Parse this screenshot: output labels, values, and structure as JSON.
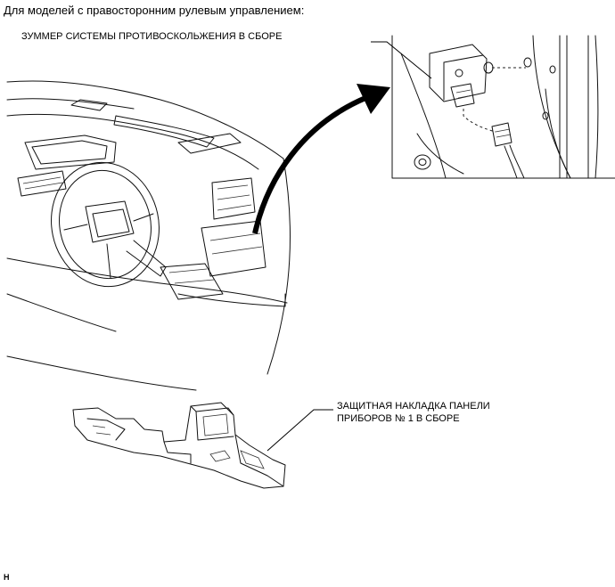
{
  "header": {
    "caption": "Для моделей с правосторонним рулевым управлением:"
  },
  "labels": {
    "buzzer": "ЗУММЕР СИСТЕМЫ ПРОТИВОСКОЛЬЖЕНИЯ В СБОРЕ",
    "cover_line1": "ЗАЩИТНАЯ НАКЛАДКА ПАНЕЛИ",
    "cover_line2": "ПРИБОРОВ № 1 В СБОРЕ"
  },
  "footer": {
    "code": "H"
  }
}
